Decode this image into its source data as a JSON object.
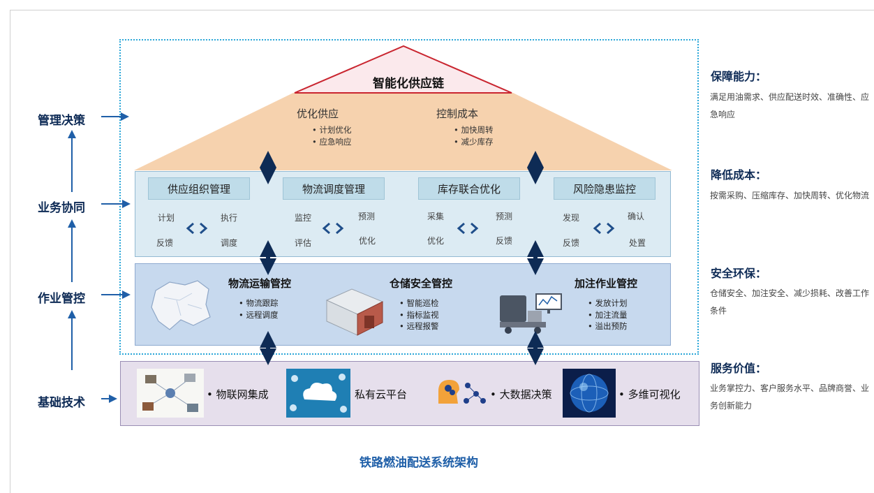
{
  "caption": "铁路燃油配送系统架构",
  "layers": {
    "management": "管理决策",
    "coordination": "业务协同",
    "operations": "作业管控",
    "technology": "基础技术"
  },
  "roof": {
    "title": "智能化供应链",
    "left": {
      "title": "优化供应",
      "bullets": [
        "计划优化",
        "应急响应"
      ]
    },
    "right": {
      "title": "控制成本",
      "bullets": [
        "加快周转",
        "减少库存"
      ]
    }
  },
  "coordination": {
    "modules": [
      {
        "title": "供应组织管理",
        "words": [
          "计划",
          "执行",
          "反馈",
          "调度"
        ]
      },
      {
        "title": "物流调度管理",
        "words": [
          "监控",
          "预测",
          "评估",
          "优化"
        ]
      },
      {
        "title": "库存联合优化",
        "words": [
          "采集",
          "预测",
          "优化",
          "反馈"
        ]
      },
      {
        "title": "风险隐患监控",
        "words": [
          "发现",
          "确认",
          "反馈",
          "处置"
        ]
      }
    ]
  },
  "operations": {
    "items": [
      {
        "title": "物流运输管控",
        "bullets": [
          "物流跟踪",
          "远程调度"
        ]
      },
      {
        "title": "仓储安全管控",
        "bullets": [
          "智能巡检",
          "指标监视",
          "远程报警"
        ]
      },
      {
        "title": "加注作业管控",
        "bullets": [
          "发放计划",
          "加注流量",
          "溢出预防"
        ]
      }
    ]
  },
  "technology": {
    "items": [
      "物联网集成",
      "私有云平台",
      "大数据决策",
      "多维可视化"
    ]
  },
  "benefits": [
    {
      "title": "保障能力：",
      "desc": "满足用油需求、供应配送时效、准确性、应急响应"
    },
    {
      "title": "降低成本：",
      "desc": "按需采购、压缩库存、加快周转、优化物流"
    },
    {
      "title": "安全环保：",
      "desc": "仓储安全、加注安全、减少损耗、改善工作条件"
    },
    {
      "title": "服务价值：",
      "desc": "业务掌控力、客户服务水平、品牌商誉、业务创新能力"
    }
  ],
  "colors": {
    "layer_text": "#0d2a55",
    "arrow": "#1f5fa8",
    "dark_arrow": "#0e2b55",
    "roof_orange": "#f6d2ae",
    "roof_red": "#c9252f",
    "frame_dotted": "#2aa6d8",
    "caption": "#1f5fa8"
  }
}
